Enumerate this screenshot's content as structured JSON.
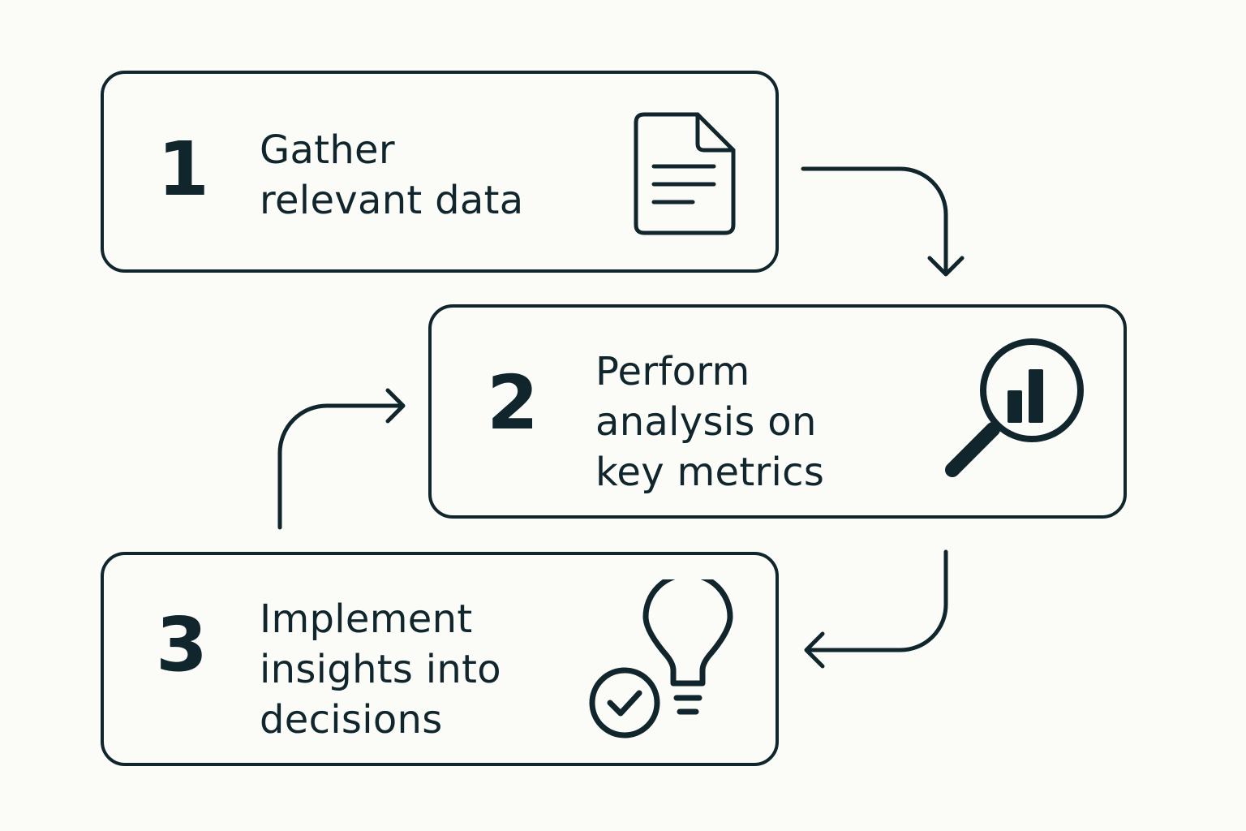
{
  "steps": [
    {
      "number": "1",
      "lines": [
        "Gather",
        "relevant data"
      ],
      "icon": "document-icon"
    },
    {
      "number": "2",
      "lines": [
        "Perform",
        "analysis on",
        "key metrics"
      ],
      "icon": "magnifier-chart-icon"
    },
    {
      "number": "3",
      "lines": [
        "Implement",
        "insights into",
        "decisions"
      ],
      "icon": "lightbulb-check-icon"
    }
  ],
  "colors": {
    "ink": "#10262c",
    "background": "#fbfbf7"
  }
}
